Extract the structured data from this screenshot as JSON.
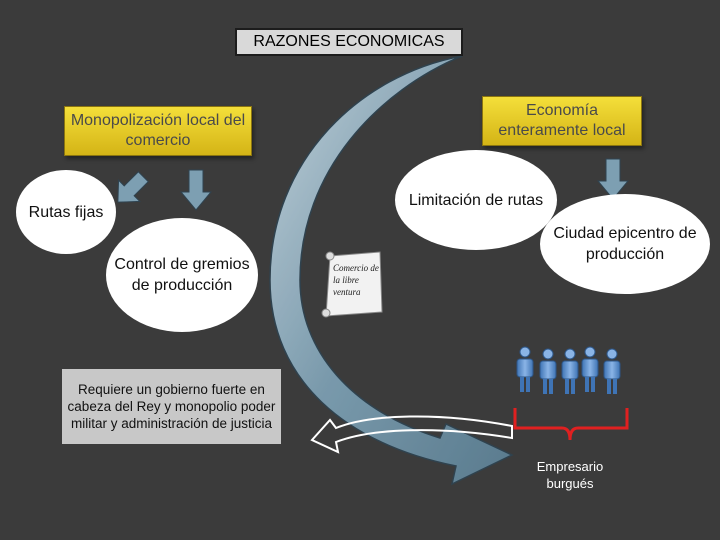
{
  "title": "RAZONES ECONOMICAS",
  "boxes": {
    "monopolizacion": "Monopolización local del comercio",
    "economia": "Economía enteramente local",
    "gobierno": "Requiere un gobierno fuerte en cabeza del Rey y monopolio poder militar y administración de justicia"
  },
  "circles": {
    "rutas": "Rutas fijas",
    "control": "Control de gremios de producción",
    "limitacion": "Limitación de rutas",
    "ciudad": "Ciudad epicentro de producción"
  },
  "scroll": "Comercio de la libre ventura",
  "empresario": "Empresario burgués",
  "colors": {
    "background": "#3b3b3b",
    "gold": "#e8cc2a",
    "arrow_blue": "#6b8fa3",
    "bracket_red": "#e02020",
    "person_blue": "#5b8fc7"
  }
}
